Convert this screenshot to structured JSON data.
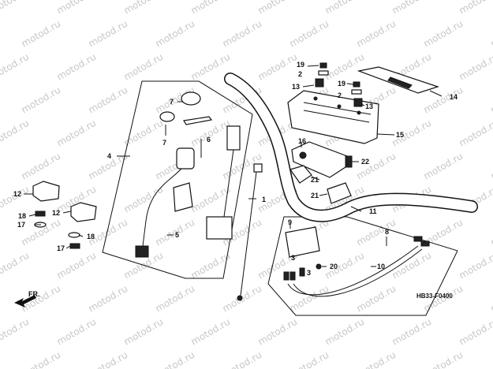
{
  "watermark": "motod.ru",
  "diagram_code": "HB33-F0400",
  "direction_label": "FR.",
  "callouts": {
    "c1": "1",
    "c2a": "2",
    "c2b": "2",
    "c3a": "3",
    "c3b": "3",
    "c4": "4",
    "c5": "5",
    "c6": "6",
    "c7a": "7",
    "c7b": "7",
    "c8": "8",
    "c9": "9",
    "c10": "10",
    "c11": "11",
    "c12a": "12",
    "c12b": "12",
    "c13a": "13",
    "c13b": "13",
    "c14": "14",
    "c15": "15",
    "c16": "16",
    "c17a": "17",
    "c17b": "17",
    "c18a": "18",
    "c18b": "18",
    "c19a": "19",
    "c19b": "19",
    "c20": "20",
    "c21a": "21",
    "c21b": "21",
    "c22": "22"
  }
}
